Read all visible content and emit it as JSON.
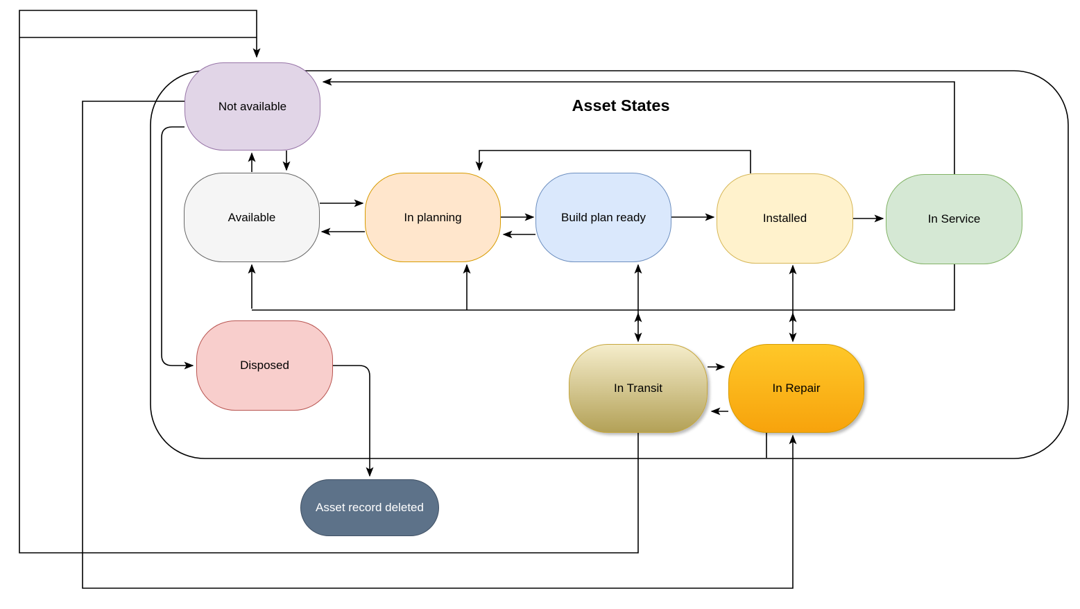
{
  "diagram": {
    "title": "Asset States",
    "states": [
      {
        "id": "not-available",
        "label": "Not available",
        "fill": "#E1D5E7",
        "border": "#9673A6",
        "text": "#000000"
      },
      {
        "id": "available",
        "label": "Available",
        "fill": "#F5F5F5",
        "border": "#666666",
        "text": "#000000"
      },
      {
        "id": "in-planning",
        "label": "In planning",
        "fill": "#FFE6CC",
        "border": "#D79B00",
        "text": "#000000"
      },
      {
        "id": "build-plan-ready",
        "label": "Build plan ready",
        "fill": "#DAE8FC",
        "border": "#6C8EBF",
        "text": "#000000"
      },
      {
        "id": "installed",
        "label": "Installed",
        "fill": "#FFF2CC",
        "border": "#D6B656",
        "text": "#000000"
      },
      {
        "id": "in-service",
        "label": "In Service",
        "fill": "#D5E8D4",
        "border": "#82B366",
        "text": "#000000"
      },
      {
        "id": "disposed",
        "label": "Disposed",
        "fill": "#F8CECC",
        "border": "#B85450",
        "text": "#000000"
      },
      {
        "id": "in-transit",
        "label": "In Transit",
        "fill_top": "#F5EDCB",
        "fill_bottom": "#B3A157",
        "border": "#C6A73E",
        "text": "#000000"
      },
      {
        "id": "in-repair",
        "label": "In Repair",
        "fill_top": "#FFC829",
        "fill_bottom": "#F7A30C",
        "border": "#D79B00",
        "text": "#000000"
      },
      {
        "id": "asset-record-deleted",
        "label": "Asset record deleted",
        "fill": "#5D7289",
        "border": "#3E4F63",
        "text": "#FFFFFF"
      }
    ],
    "edges": [
      {
        "from": "in-transit",
        "to": "not-available"
      },
      {
        "from": "not-available",
        "to": "in-repair"
      },
      {
        "from": "in-service",
        "to": "not-available"
      },
      {
        "from": "installed",
        "to": "in-planning"
      },
      {
        "from": "available",
        "to": "not-available"
      },
      {
        "from": "not-available",
        "to": "available"
      },
      {
        "from": "not-available",
        "to": "disposed"
      },
      {
        "from": "available",
        "to": "in-planning"
      },
      {
        "from": "in-planning",
        "to": "available"
      },
      {
        "from": "in-planning",
        "to": "build-plan-ready"
      },
      {
        "from": "build-plan-ready",
        "to": "in-planning"
      },
      {
        "from": "build-plan-ready",
        "to": "installed"
      },
      {
        "from": "installed",
        "to": "in-service"
      },
      {
        "from": "in-service",
        "to": "available"
      },
      {
        "from": "in-service",
        "to": "in-planning"
      },
      {
        "from": "build-plan-ready",
        "to": "in-transit",
        "bidirectional": true
      },
      {
        "from": "installed",
        "to": "in-repair",
        "bidirectional": true
      },
      {
        "from": "in-transit",
        "to": "in-repair"
      },
      {
        "from": "in-repair",
        "to": "in-transit"
      },
      {
        "from": "disposed",
        "to": "asset-record-deleted"
      }
    ]
  }
}
